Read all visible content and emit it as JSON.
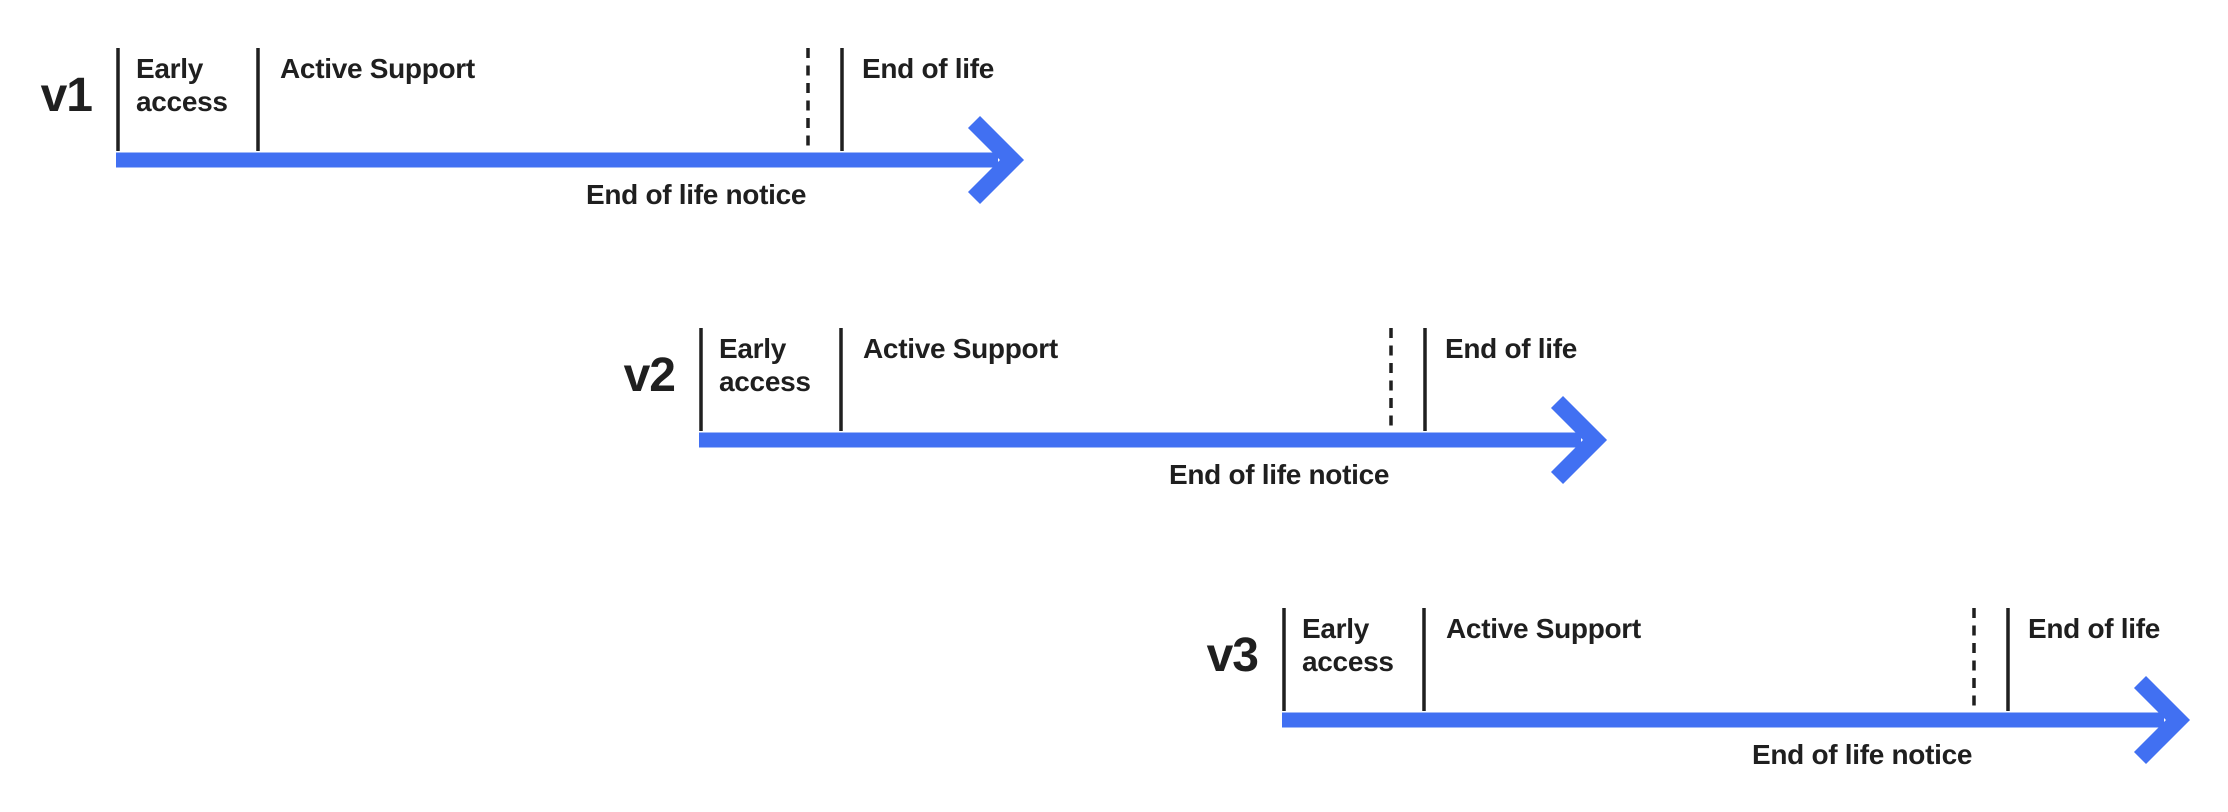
{
  "diagram": {
    "type": "version-lifecycle-timelines",
    "background_color": "#ffffff",
    "accent_color": "#4170f2",
    "line_color": "#1f1f1f",
    "timelines": [
      {
        "version": "v1",
        "labels": {
          "early_access": "Early access",
          "active_support": "Active Support",
          "end_of_life": "End of life",
          "end_of_life_notice": "End of life notice"
        }
      },
      {
        "version": "v2",
        "labels": {
          "early_access": "Early access",
          "active_support": "Active Support",
          "end_of_life": "End of life",
          "end_of_life_notice": "End of life notice"
        }
      },
      {
        "version": "v3",
        "labels": {
          "early_access": "Early access",
          "active_support": "Active Support",
          "end_of_life": "End of life",
          "end_of_life_notice": "End of life notice"
        }
      }
    ]
  }
}
